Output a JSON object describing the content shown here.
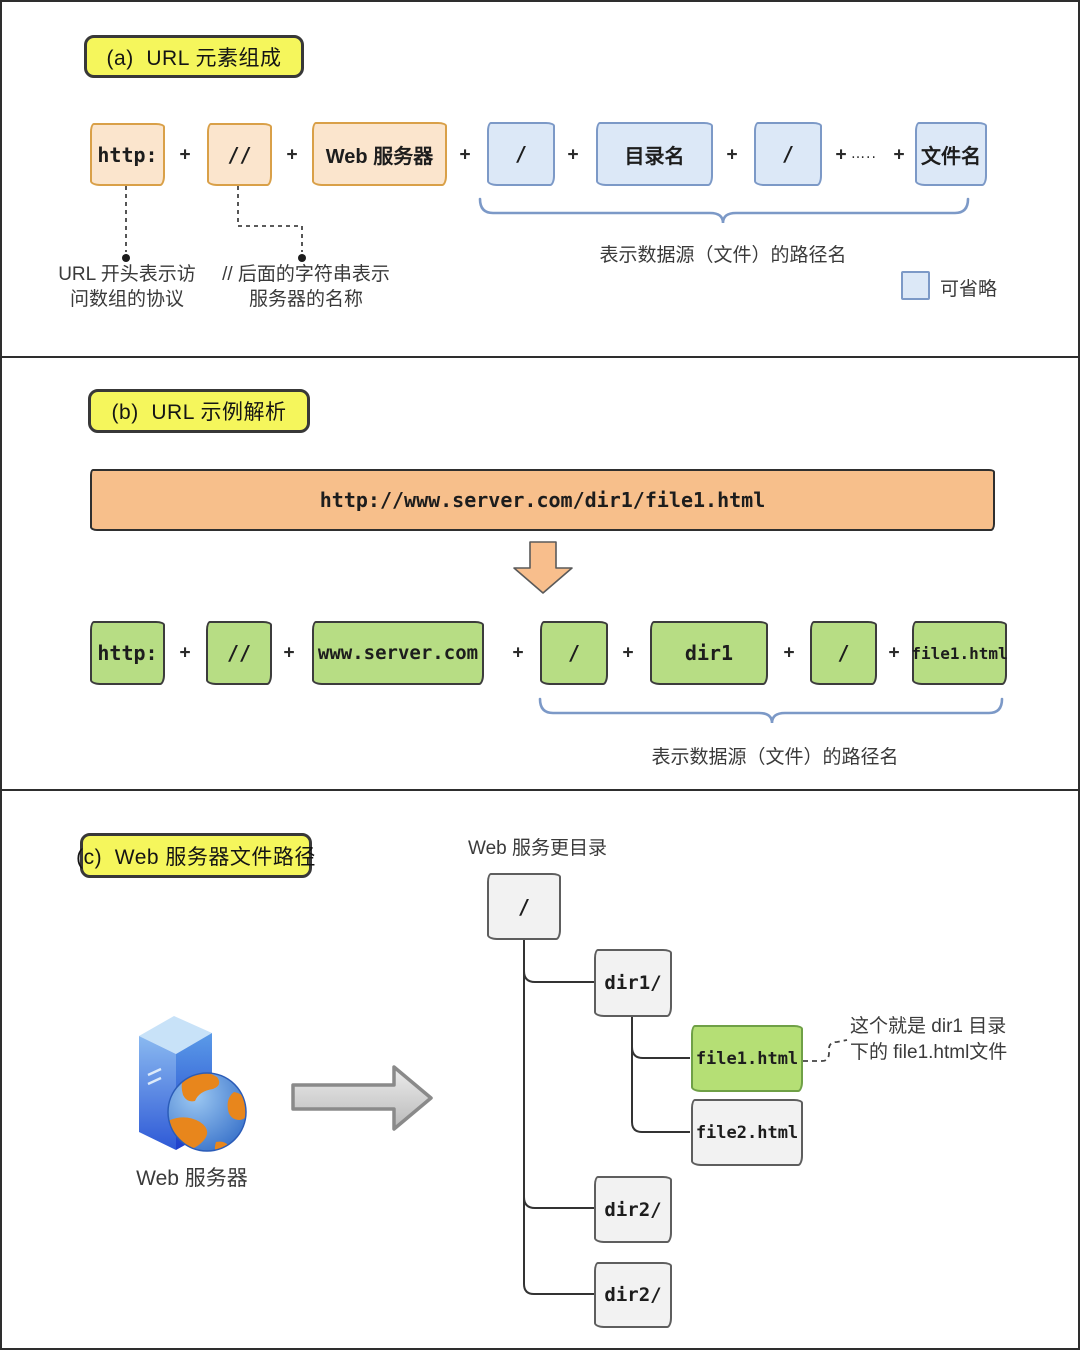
{
  "symbols": {
    "plus": "+",
    "ellipsis": "….."
  },
  "panel_a": {
    "title": "(a)  URL 元素组成",
    "boxes": [
      "http:",
      "//",
      "Web 服务器",
      "/",
      "目录名",
      "/",
      "文件名"
    ],
    "note_http": [
      "URL 开头表示访",
      "问数组的协议"
    ],
    "note_slashes": [
      "// 后面的字符串表示",
      "服务器的名称"
    ],
    "brace_label": "表示数据源（文件）的路径名",
    "legend_label": "可省略"
  },
  "panel_b": {
    "title": "(b)  URL 示例解析",
    "url": "http://www.server.com/dir1/file1.html",
    "boxes": [
      "http:",
      "//",
      "www.server.com",
      "/",
      "dir1",
      "/",
      "file1.html"
    ],
    "brace_label": "表示数据源（文件）的路径名"
  },
  "panel_c": {
    "title": "(c)  Web 服务器文件路径",
    "tree_root_label": "Web 服务更目录",
    "server_label": "Web 服务器",
    "nodes": [
      "/",
      "dir1/",
      "file1.html",
      "file2.html",
      "dir2/",
      "dir2/"
    ],
    "annotation": [
      "这个就是 dir1 目录",
      "下的 file1.html文件"
    ]
  },
  "colors": {
    "title_yellow": "#F5F65C",
    "peach_fill": "#FBE5CD",
    "peach_border": "#D9A048",
    "blue_fill": "#DCE8F7",
    "blue_border": "#7C99C7",
    "url_bar_orange": "#F7BF8B",
    "green_fill": "#B7DD84",
    "tree_gray_fill": "#F2F2F2",
    "tree_green_fill": "#B5DF75",
    "line_dark": "#2e2e2e"
  }
}
